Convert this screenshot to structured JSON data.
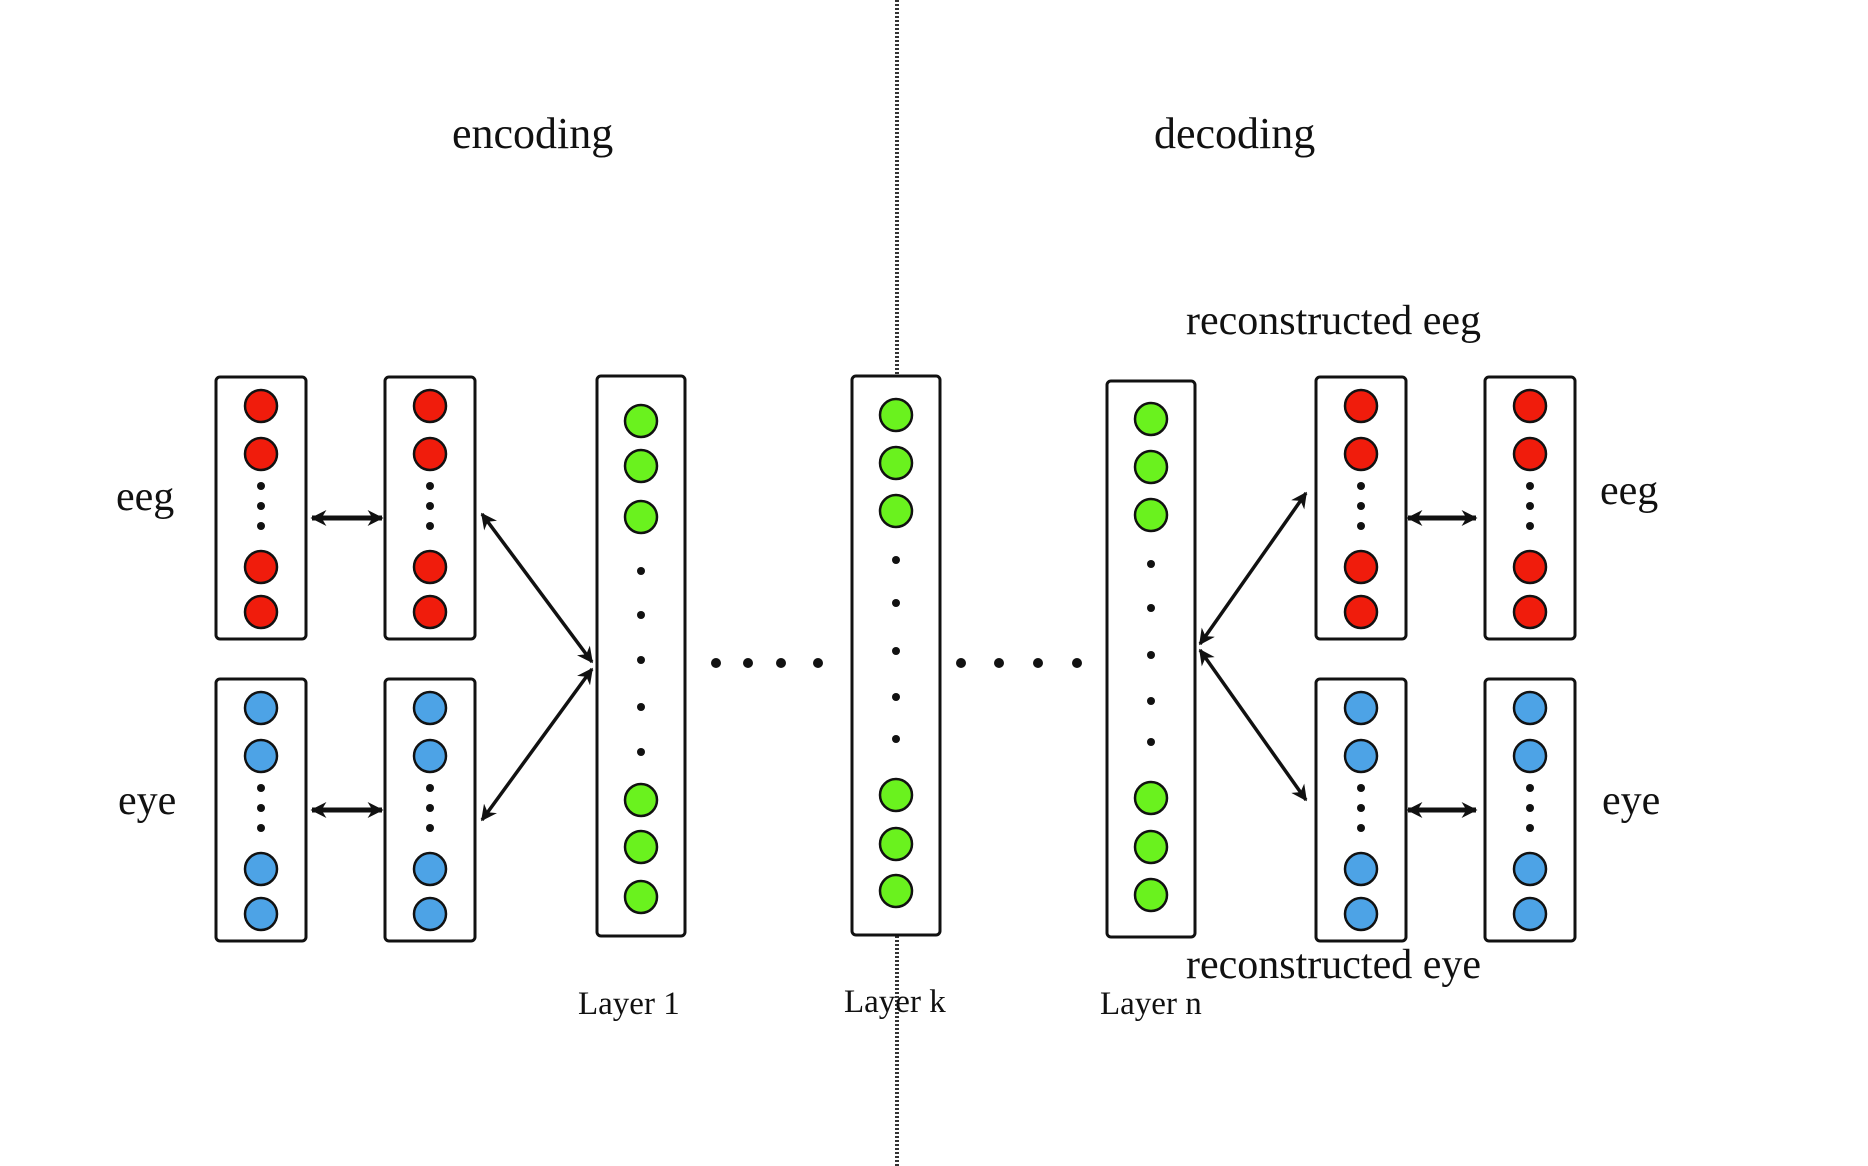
{
  "headings": {
    "encoding": "encoding",
    "decoding": "decoding"
  },
  "input_labels": {
    "eeg": "eeg",
    "eye": "eye"
  },
  "output_labels": {
    "eeg": "eeg",
    "eye": "eye",
    "reconstructed_eeg": "reconstructed eeg",
    "reconstructed_eye": "reconstructed eye"
  },
  "layer_labels": {
    "layer1": "Layer 1",
    "layerk": "Layer k",
    "layern": "Layer n"
  },
  "colors": {
    "eeg_node": "#f01c0c",
    "eye_node": "#4da3e6",
    "hidden_node": "#6af21e",
    "stroke": "#111111"
  }
}
